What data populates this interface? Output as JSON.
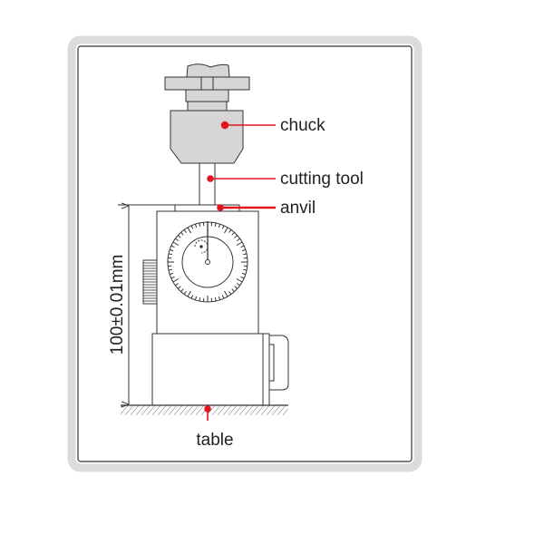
{
  "diagram": {
    "labels": {
      "chuck": "chuck",
      "cutting_tool": "cutting tool",
      "anvil": "anvil",
      "table": "table",
      "dimension": "100±0.01mm"
    },
    "colors": {
      "callout": "#e0161f",
      "part_fill": "#d6d6d6",
      "frame": "#dcdcdc",
      "line": "#333333"
    }
  }
}
